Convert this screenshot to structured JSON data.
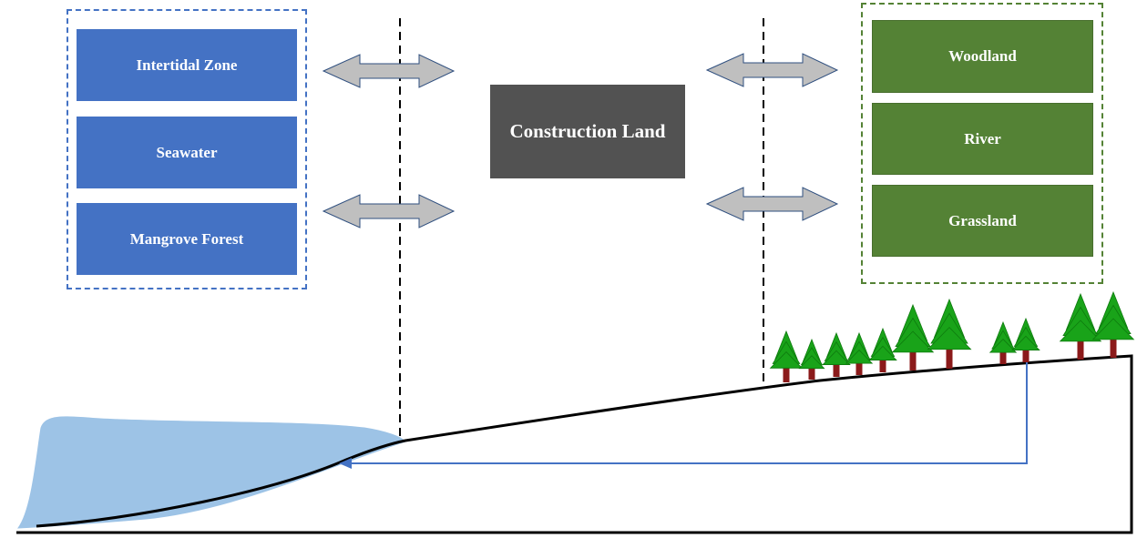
{
  "marine_group": {
    "items": [
      "Intertidal Zone",
      "Seawater",
      "Mangrove Forest"
    ],
    "color": "#4472c4"
  },
  "center": {
    "label": "Construction Land",
    "color": "#525252"
  },
  "terrestrial_group": {
    "items": [
      "Woodland",
      "River",
      "Grassland"
    ],
    "color": "#548235"
  },
  "arrow_color": "#bfbfbf",
  "water_color": "#9dc3e6",
  "tree_color": "#19a319"
}
